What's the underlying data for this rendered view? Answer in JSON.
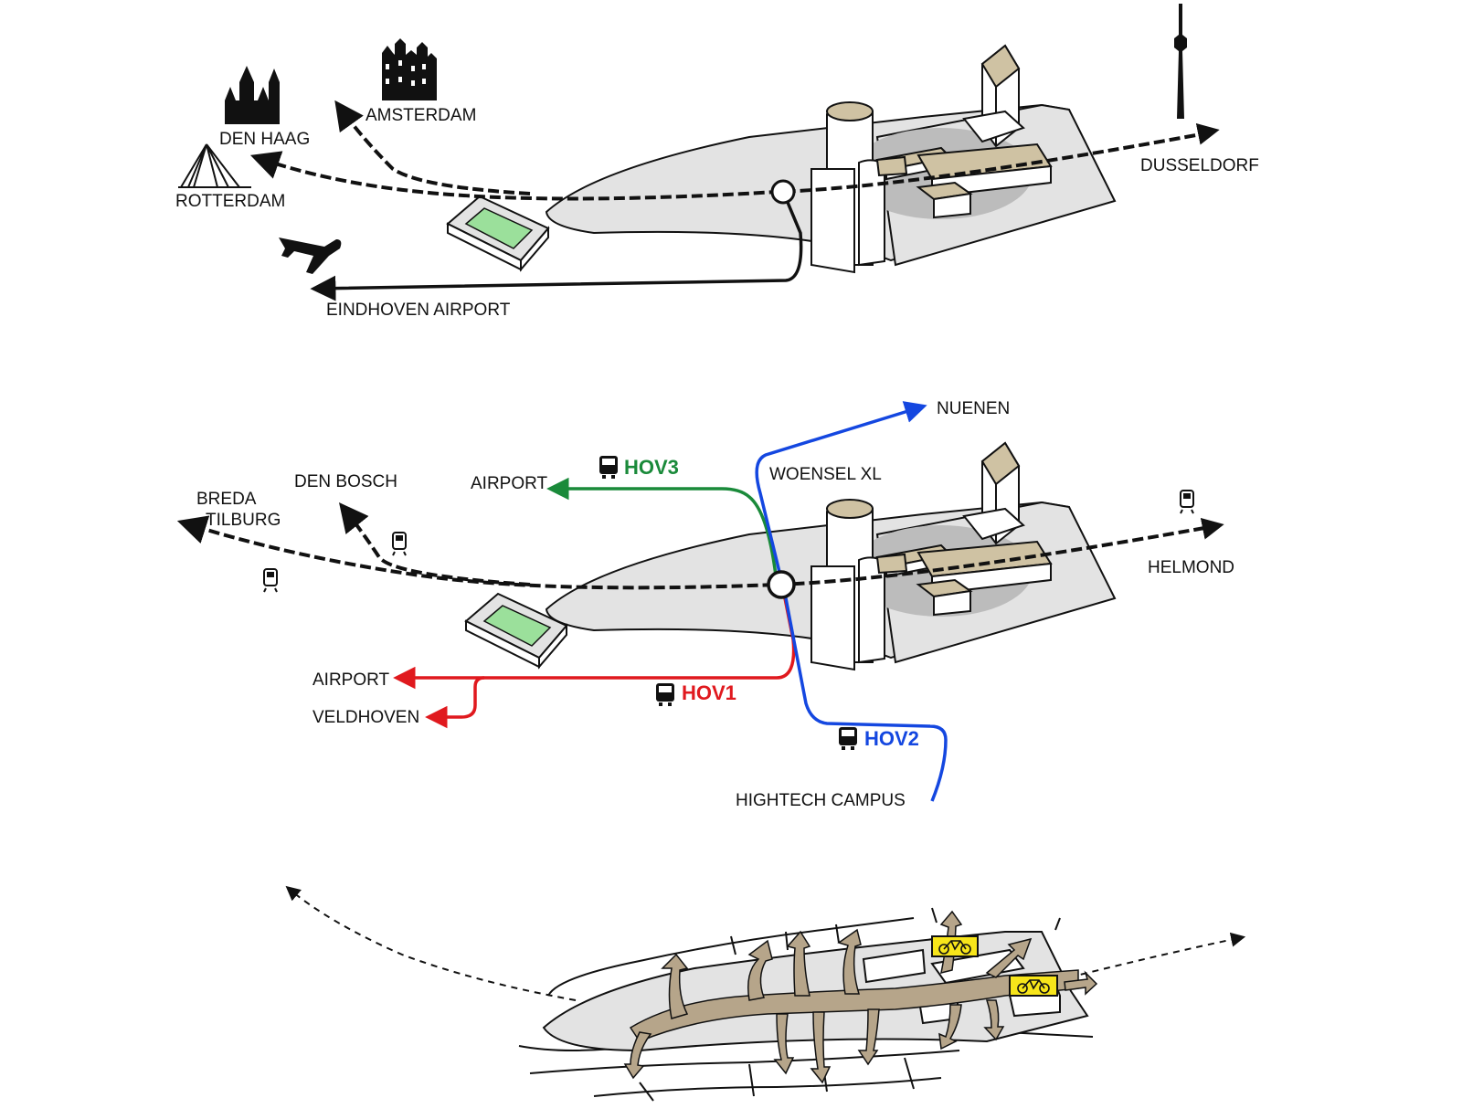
{
  "diagram1": {
    "labels": {
      "amsterdam": "AMSTERDAM",
      "den_haag": "DEN HAAG",
      "rotterdam": "ROTTERDAM",
      "dusseldorf": "DUSSELDORF",
      "eindhoven_airport": "EINDHOVEN AIRPORT"
    }
  },
  "diagram2": {
    "labels": {
      "nuenen": "NUENEN",
      "woensel_xl": "WOENSEL XL",
      "airport_green": "AIRPORT",
      "den_bosch": "DEN BOSCH",
      "breda": "BREDA",
      "tilburg": "TILBURG",
      "helmond": "HELMOND",
      "airport_red": "AIRPORT",
      "veldhoven": "VELDHOVEN",
      "hightech_campus": "HIGHTECH CAMPUS"
    },
    "routes": [
      {
        "name": "HOV3",
        "color": "#1a8a3a"
      },
      {
        "name": "HOV1",
        "color": "#e0191e"
      },
      {
        "name": "HOV2",
        "color": "#1447e0"
      }
    ]
  },
  "diagram3": {
    "icons": [
      "bicycle-icon",
      "bicycle-icon"
    ]
  },
  "colors": {
    "building": "#cfc2a3",
    "district": "#e3e3e3",
    "core": "#bcbcbc",
    "pitch": "#9be09b",
    "bike_badge": "#f7e51a",
    "path": "#b6a58a"
  }
}
